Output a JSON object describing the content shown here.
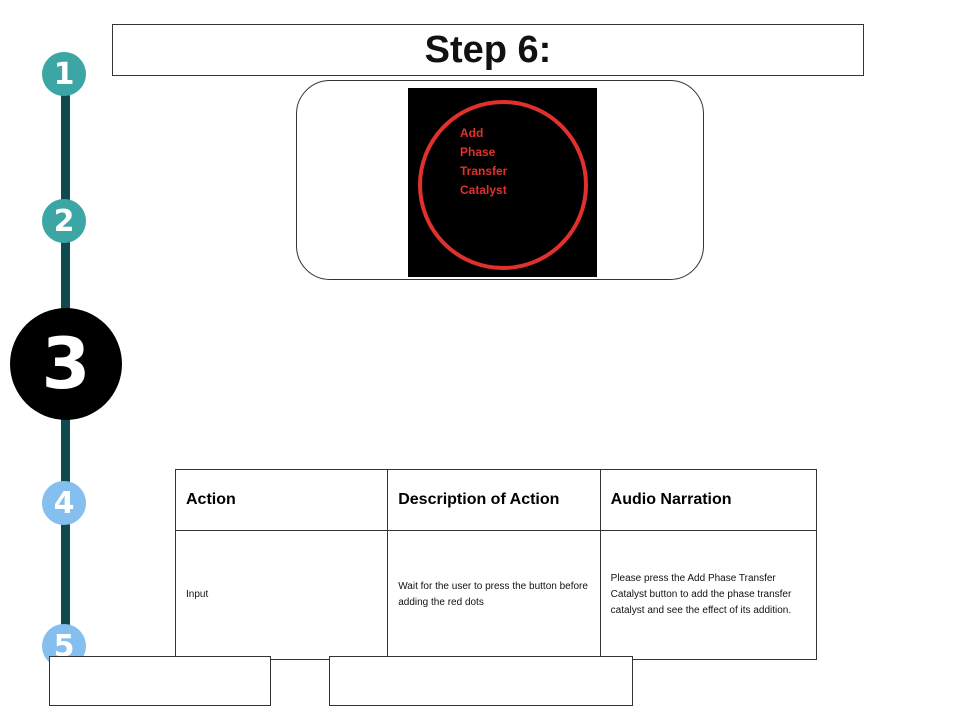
{
  "header": {
    "title": "Step 6:"
  },
  "timeline": {
    "steps": [
      "1",
      "2",
      "3",
      "4",
      "5"
    ],
    "active_step": "3",
    "colors": {
      "completed": "#3ba6a3",
      "active": "#000000",
      "upcoming": "#84bff0",
      "line": "#0f4a4e"
    }
  },
  "preview": {
    "button_label_lines": [
      "Add",
      "Phase",
      "Transfer",
      "Catalyst"
    ],
    "button_color": "#e0312d",
    "screen_color": "#000000"
  },
  "table": {
    "headers": [
      "Action",
      "Description of Action",
      "Audio Narration"
    ],
    "rows": [
      {
        "action": "Input",
        "description": "Wait for the user to press the button before adding the red dots",
        "narration": "Please press the Add Phase Transfer Catalyst button to add the phase transfer catalyst and see the effect of its addition."
      }
    ]
  }
}
